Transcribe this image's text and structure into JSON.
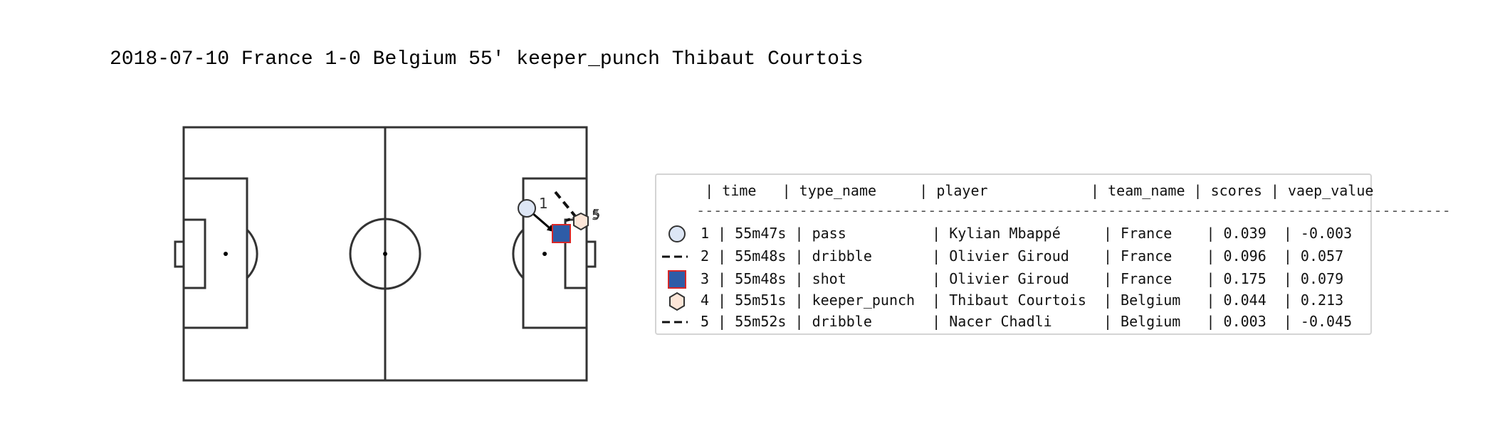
{
  "title": "2018-07-10 France 1-0 Belgium 55' keeper_punch Thibaut Courtois",
  "marker_labels": [
    "1",
    "5",
    "5"
  ],
  "table": {
    "header": "     | time   | type_name     | player            | team_name | scores | vaep_value",
    "separator": "    ----------------------------------------------------------------------------------------",
    "rows": [
      {
        "marker": "circle",
        "text": " 1 | 55m47s | pass          | Kylian Mbappé     | France    | 0.039  | -0.003"
      },
      {
        "marker": "dashed-line",
        "text": " 2 | 55m48s | dribble       | Olivier Giroud    | France    | 0.096  | 0.057"
      },
      {
        "marker": "blue-square",
        "text": " 3 | 55m48s | shot          | Olivier Giroud    | France    | 0.175  | 0.079"
      },
      {
        "marker": "hexagon",
        "text": " 4 | 55m51s | keeper_punch  | Thibaut Courtois  | Belgium   | 0.044  | 0.213"
      },
      {
        "marker": "dashed-line",
        "text": " 5 | 55m52s | dribble       | Nacer Chadli      | Belgium   | 0.003  | -0.045"
      }
    ]
  },
  "colors": {
    "circle_fill": "#dde6f5",
    "square_fill": "#2e5ca7",
    "square_edge": "#d62728",
    "hexagon_fill": "#fde6d8"
  }
}
